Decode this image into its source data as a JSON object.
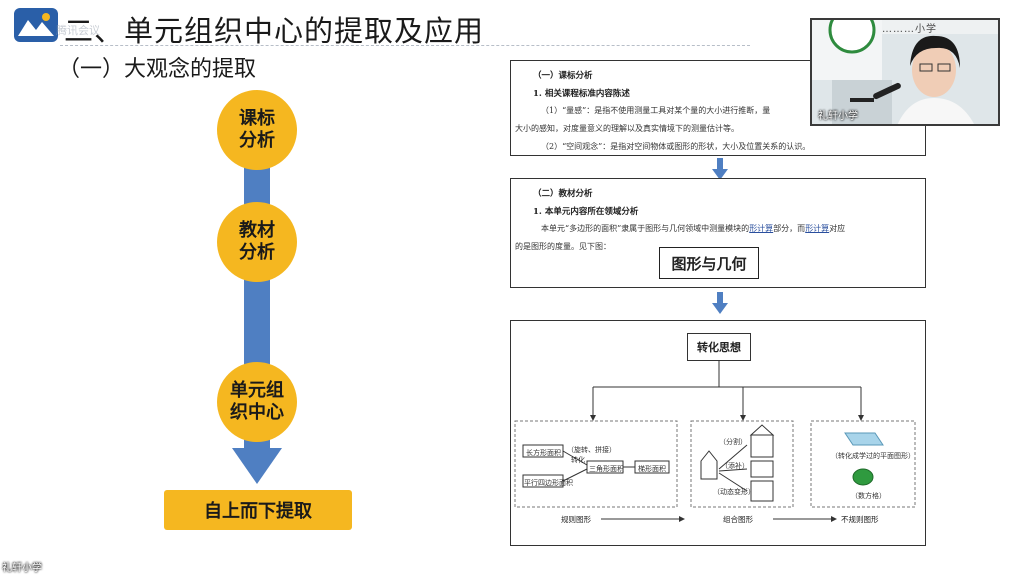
{
  "slide": {
    "title_num": "二、",
    "title": "单元组织中心的提取及应用",
    "meeting_tag": "腾讯会议",
    "subtitle": "（一）大观念的提取"
  },
  "flow": {
    "steps": [
      "课标\n分析",
      "教材\n分析",
      "单元组\n织中心"
    ],
    "result": "自上而下提取"
  },
  "doc1": {
    "heading": "（一）课标分析",
    "sub": "1.  相关课程标准内容陈述",
    "line1": "（1）“量感”：是指不使用测量工具对某个量的大小进行推断，量",
    "line2": "大小的感知，对度量意义的理解以及真实情境下的测量估计等。",
    "line3": "（2）“空间观念”：是指对空间物体或图形的形状，大小及位置关系的认识。"
  },
  "doc2": {
    "heading": "（二）教材分析",
    "sub": "1.  本单元内容所在领域分析",
    "line1_a": "本单元“多边形的面积”隶属于图形与几何领域中测量模块的",
    "link1": "形计算",
    "line1_b": "部分，而",
    "link2": "形计算",
    "line1_c": "对应",
    "line2": "的是图形的度量。见下图：",
    "box": "图形与几何"
  },
  "doc3": {
    "center_box": "转化思想",
    "groups": [
      "规则图形",
      "组合图形",
      "不规则图形"
    ],
    "shape_labels": {
      "rect": "长方形面积",
      "para": "平行四边形面积",
      "tri": "三角形面积",
      "trap": "梯形面积",
      "split": "（分割）",
      "fill": "（添补）",
      "move": "（动态变形）",
      "transform_a": "（旋转、拼接）",
      "transform_b": "转化",
      "leaf_note": "（转化成学过的平面图形）",
      "estimate": "（数方格）"
    }
  },
  "webcam": {
    "banner": "………小学",
    "label": "礼轩小学"
  },
  "corner_label": "礼轩小学",
  "colors": {
    "accent": "#f5b720",
    "flow": "#4f7fc2",
    "link": "#2a4f9e"
  }
}
